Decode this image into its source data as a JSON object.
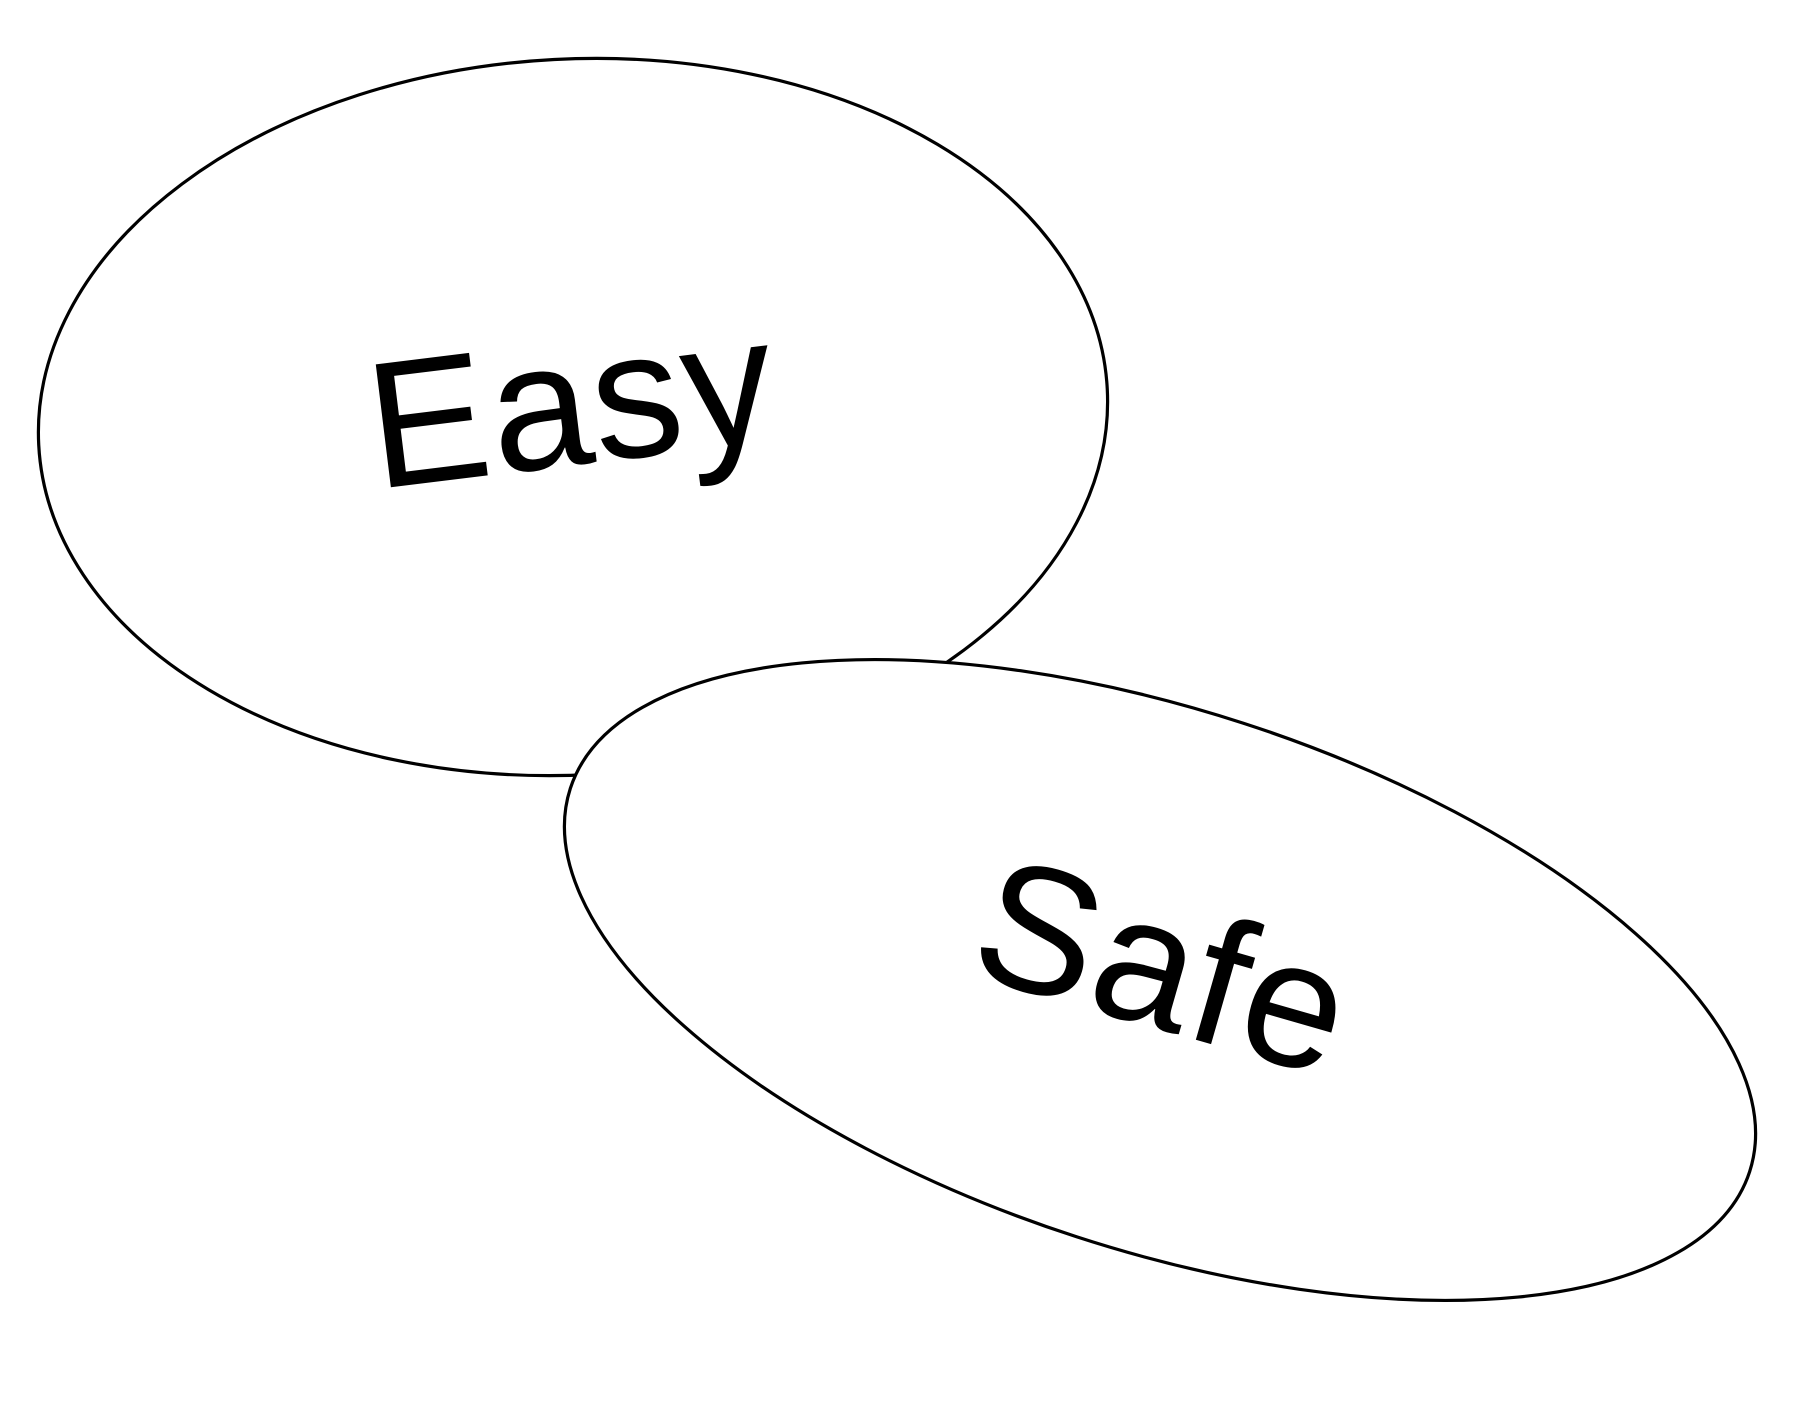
{
  "diagram": {
    "shapes": [
      {
        "id": "easy",
        "label": "Easy"
      },
      {
        "id": "safe",
        "label": "Safe"
      }
    ],
    "colors": {
      "background": "#ffffff",
      "stroke": "#000000",
      "text": "#000000"
    }
  }
}
